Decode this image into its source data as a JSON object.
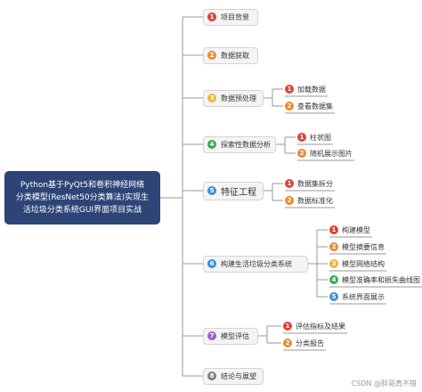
{
  "root": {
    "lines": [
      "Python基于PyQt5和卷积神经网络",
      "分类模型(ResNet50分类算法)实现生",
      "活垃圾分类系统GUI界面项目实战"
    ]
  },
  "colors": {
    "red": "#e0403a",
    "orange": "#ee8a2c",
    "yellow": "#f0b43a",
    "green": "#3aab53",
    "blue": "#3b8fd6",
    "purple": "#9a62c8",
    "gray": "#7f7f7f",
    "root_bg": "#2d4576",
    "line": "#9a9a9a"
  },
  "branches": [
    {
      "num": "1",
      "label": "项目背景",
      "color": "red",
      "children": []
    },
    {
      "num": "2",
      "label": "数据获取",
      "color": "orange",
      "children": []
    },
    {
      "num": "3",
      "label": "数据预处理",
      "color": "yellow",
      "children": [
        {
          "num": "1",
          "label": "加载数据",
          "color": "red"
        },
        {
          "num": "2",
          "label": "查看数据集",
          "color": "orange"
        }
      ]
    },
    {
      "num": "4",
      "label": "探索性数据分析",
      "color": "green",
      "children": [
        {
          "num": "1",
          "label": "柱状图",
          "color": "red"
        },
        {
          "num": "2",
          "label": "随机展示图片",
          "color": "orange"
        }
      ]
    },
    {
      "num": "5",
      "label": "特征工程",
      "color": "blue",
      "children": [
        {
          "num": "1",
          "label": "数据集拆分",
          "color": "red"
        },
        {
          "num": "2",
          "label": "数据标准化",
          "color": "orange"
        }
      ]
    },
    {
      "num": "6",
      "label": "构建生活垃圾分类系统",
      "color": "blue",
      "children": [
        {
          "num": "1",
          "label": "构建模型",
          "color": "red"
        },
        {
          "num": "2",
          "label": "模型摘要信息",
          "color": "orange"
        },
        {
          "num": "3",
          "label": "模型网络结构",
          "color": "yellow"
        },
        {
          "num": "4",
          "label": "模型准确率和损失曲线图",
          "color": "green"
        },
        {
          "num": "5",
          "label": "系统界面展示",
          "color": "blue"
        }
      ]
    },
    {
      "num": "7",
      "label": "模型评估",
      "color": "purple",
      "children": [
        {
          "num": "1",
          "label": "评估指标及结果",
          "color": "red"
        },
        {
          "num": "2",
          "label": "分类报告",
          "color": "orange"
        }
      ]
    },
    {
      "num": "8",
      "label": "结论与展望",
      "color": "gray",
      "children": []
    }
  ],
  "watermark": "CSDN @胖哥真不错"
}
